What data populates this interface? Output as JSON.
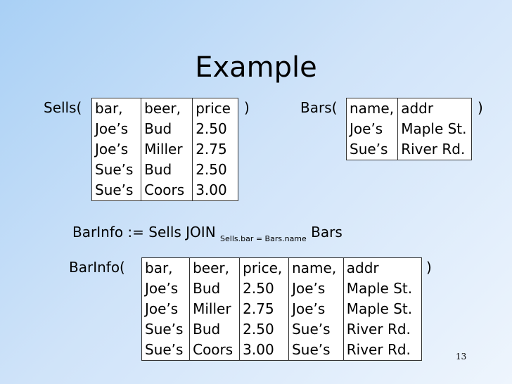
{
  "title": "Example",
  "sells": {
    "open": "Sells(",
    "close": ")",
    "headers": [
      "bar,",
      "beer,",
      "price"
    ],
    "rows": [
      [
        "Joe’s",
        "Bud",
        "2.50"
      ],
      [
        "Joe’s",
        "Miller",
        "2.75"
      ],
      [
        "Sue’s",
        "Bud",
        "2.50"
      ],
      [
        "Sue’s",
        "Coors",
        "3.00"
      ]
    ]
  },
  "bars": {
    "open": "Bars(",
    "close": ")",
    "headers": [
      "name,",
      "addr"
    ],
    "rows": [
      [
        "Joe’s",
        "Maple St."
      ],
      [
        "Sue’s",
        "River Rd."
      ]
    ]
  },
  "formula": {
    "prefix": "BarInfo := Sells JOIN",
    "subscript": "Sells.bar = Bars.name",
    "suffix": "Bars"
  },
  "barinfo": {
    "open": "BarInfo(",
    "close": ")",
    "headers": [
      "bar,",
      "beer,",
      "price,",
      "name,",
      "addr"
    ],
    "rows": [
      [
        "Joe’s",
        "Bud",
        "2.50",
        "Joe’s",
        "Maple St."
      ],
      [
        "Joe’s",
        "Miller",
        "2.75",
        "Joe’s",
        "Maple St."
      ],
      [
        "Sue’s",
        "Bud",
        "2.50",
        "Sue’s",
        "River Rd."
      ],
      [
        "Sue’s",
        "Coors",
        "3.00",
        "Sue’s",
        "River Rd."
      ]
    ]
  },
  "page_number": "13"
}
